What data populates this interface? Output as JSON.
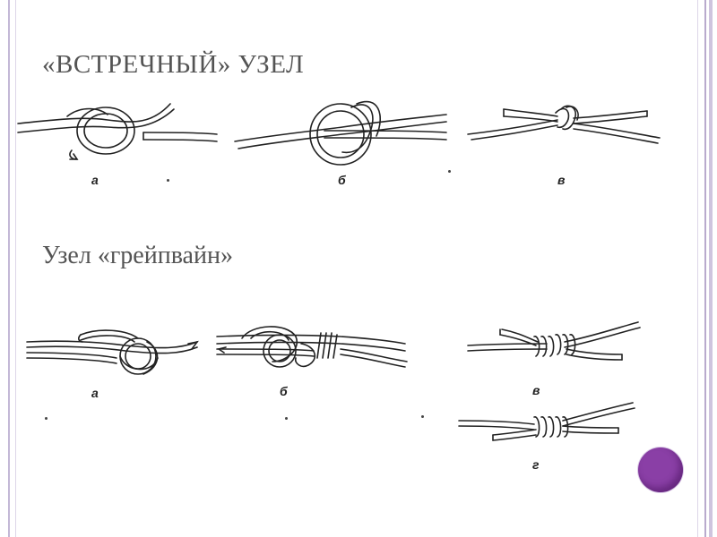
{
  "slide": {
    "title": "«ВСТРЕЧНЫЙ» УЗЕЛ",
    "subtitle": "Узел «грейпвайн»"
  },
  "figures_top": {
    "labels": [
      "а",
      "б",
      "в"
    ]
  },
  "figures_bottom": {
    "labels": [
      "а",
      "б",
      "в",
      "г"
    ]
  },
  "colors": {
    "accent": "#8a3fa6",
    "frame": "#c3b8d6",
    "text": "#545454",
    "line": "#222222"
  }
}
